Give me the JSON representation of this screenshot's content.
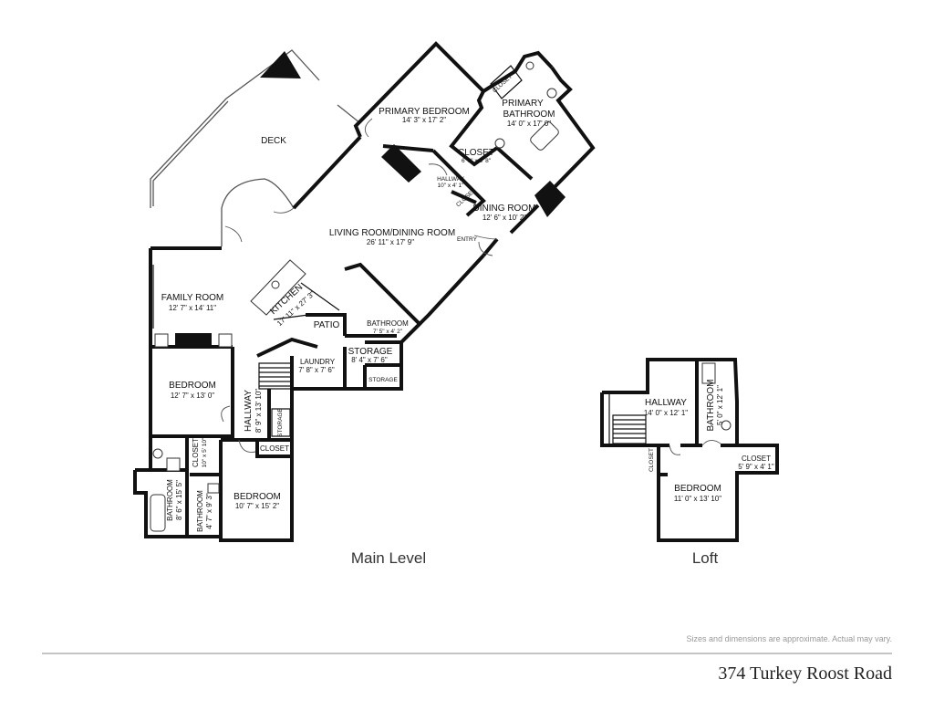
{
  "main_level": {
    "label": "Main Level",
    "rooms": {
      "deck": {
        "name": "DECK"
      },
      "primary_bedroom": {
        "name": "PRIMARY BEDROOM",
        "dims": "14' 3\" x 17' 2\""
      },
      "primary_bathroom": {
        "name_line1": "PRIMARY",
        "name_line2": "BATHROOM",
        "dims": "14' 0\" x 17' 0\""
      },
      "closet_top": {
        "name": "CLOSET"
      },
      "closet_primary": {
        "name": "CLOSET",
        "dims": "6' 0\" x 6' 8\""
      },
      "hallway_small": {
        "name": "HALLWAY",
        "dims": "10\" x 4' 1\""
      },
      "closet_small": {
        "name": "CLOSET"
      },
      "dining_room": {
        "name": "DINING ROOM",
        "dims": "12' 6\" x 10' 2\""
      },
      "living_dining": {
        "name": "LIVING ROOM/DINING ROOM",
        "dims": "26' 11\" x 17' 9\""
      },
      "entry": {
        "name": "ENTRY"
      },
      "family_room": {
        "name": "FAMILY ROOM",
        "dims": "12' 7\" x 14' 11\""
      },
      "kitchen": {
        "name": "KITCHEN",
        "dims": "17' 11\" x 27' 3\""
      },
      "patio": {
        "name": "PATIO"
      },
      "bathroom_center": {
        "name": "BATHROOM",
        "dims": "7' 5\" x 4' 2\""
      },
      "storage": {
        "name": "STORAGE",
        "dims": "8' 4\" x 7' 6\""
      },
      "storage_small": {
        "name": "STORAGE"
      },
      "laundry": {
        "name": "LAUNDRY",
        "dims": "7' 8\" x 7' 6\""
      },
      "bedroom_left": {
        "name": "BEDROOM",
        "dims": "12' 7\" x 13' 0\""
      },
      "hallway_main": {
        "name": "HALLWAY",
        "dims": "8' 9\" x 13' 10\""
      },
      "storage_hall": {
        "name": "STORAGE"
      },
      "closet_hall": {
        "name": "CLOSET"
      },
      "closet_left": {
        "name": "CLOSET",
        "dims": "10\" x 5' 10\""
      },
      "bathroom_left": {
        "name": "BATHROOM",
        "dims": "8' 6\" x 15' 5\""
      },
      "bathroom_small": {
        "name": "BATHROOM",
        "dims": "4' 7\" x 9' 3\""
      },
      "bedroom_bottom": {
        "name": "BEDROOM",
        "dims": "10' 7\" x 15' 2\""
      }
    }
  },
  "loft": {
    "label": "Loft",
    "rooms": {
      "hallway": {
        "name": "HALLWAY",
        "dims": "14' 0\" x 12' 1\""
      },
      "bathroom": {
        "name": "BATHROOM",
        "dims": "5' 0\" x 12' 1\""
      },
      "closet_left": {
        "name": "CLOSET"
      },
      "closet_right": {
        "name": "CLOSET",
        "dims": "5' 9\" x 4' 1\""
      },
      "bedroom": {
        "name": "BEDROOM",
        "dims": "11' 0\" x 13' 10\""
      }
    }
  },
  "footer": {
    "disclaimer": "Sizes and dimensions are approximate. Actual may vary.",
    "address": "374 Turkey Roost Road"
  }
}
